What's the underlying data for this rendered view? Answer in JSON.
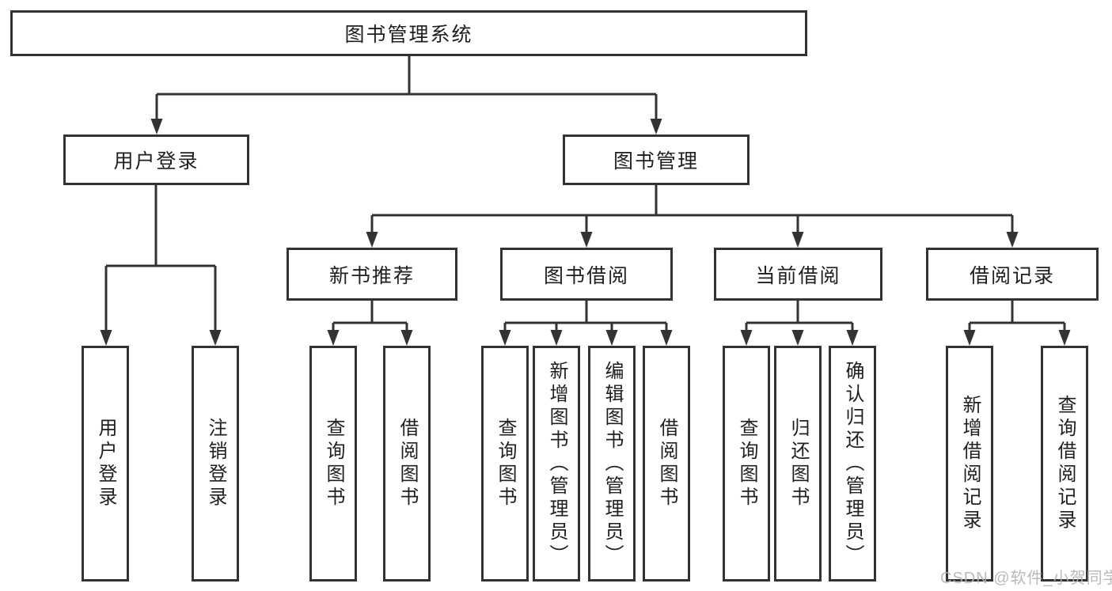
{
  "diagram": {
    "watermark": "CSDN @软件_小贺同学",
    "colors": {
      "line": "#333333",
      "text": "#1f1f1f",
      "background": "#ffffff",
      "watermark": "#b3b3b3"
    },
    "nodes": {
      "root": {
        "label": "图书管理系统"
      },
      "user_login": {
        "label": "用户登录"
      },
      "book_mgmt": {
        "label": "图书管理"
      },
      "user_login_children": {
        "login": {
          "label": "用户登录"
        },
        "logout": {
          "label": "注销登录"
        }
      },
      "book_mgmt_children": {
        "new_book_rec": {
          "label": "新书推荐"
        },
        "book_borrow": {
          "label": "图书借阅"
        },
        "current_borrow": {
          "label": "当前借阅"
        },
        "borrow_record": {
          "label": "借阅记录"
        }
      },
      "new_book_rec_children": {
        "query_books": {
          "label": "查询图书"
        },
        "borrow_books": {
          "label": "借阅图书"
        }
      },
      "book_borrow_children": {
        "query_books": {
          "label": "查询图书"
        },
        "add_books": {
          "label": "新增图书（管理员）"
        },
        "edit_books": {
          "label": "编辑图书（管理员）"
        },
        "borrow_books": {
          "label": "借阅图书"
        }
      },
      "current_borrow_children": {
        "query_books": {
          "label": "查询图书"
        },
        "return_books": {
          "label": "归还图书"
        },
        "confirm_return": {
          "label": "确认归还（管理员）"
        }
      },
      "borrow_record_children": {
        "add_record": {
          "label": "新增借阅记录"
        },
        "query_record": {
          "label": "查询借阅记录"
        }
      }
    }
  }
}
